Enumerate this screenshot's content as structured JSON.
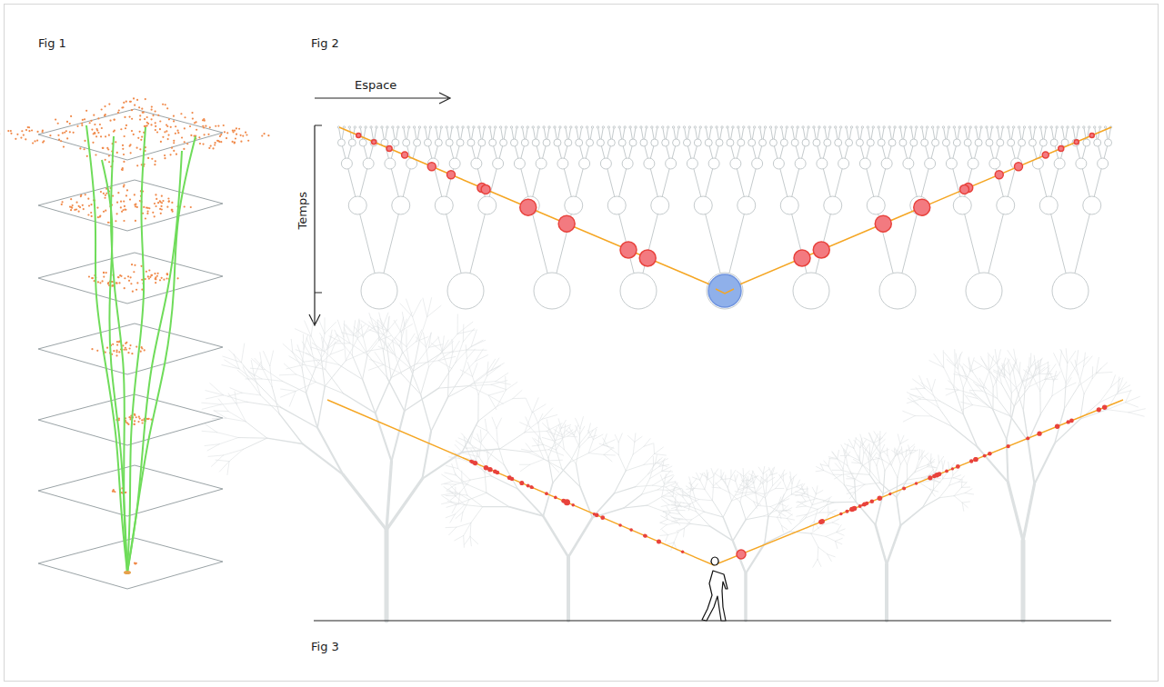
{
  "diagram": {
    "labels": [
      "Fig 1",
      "Fig 2",
      "Espace",
      "Temps",
      "Fig 3"
    ]
  }
}
